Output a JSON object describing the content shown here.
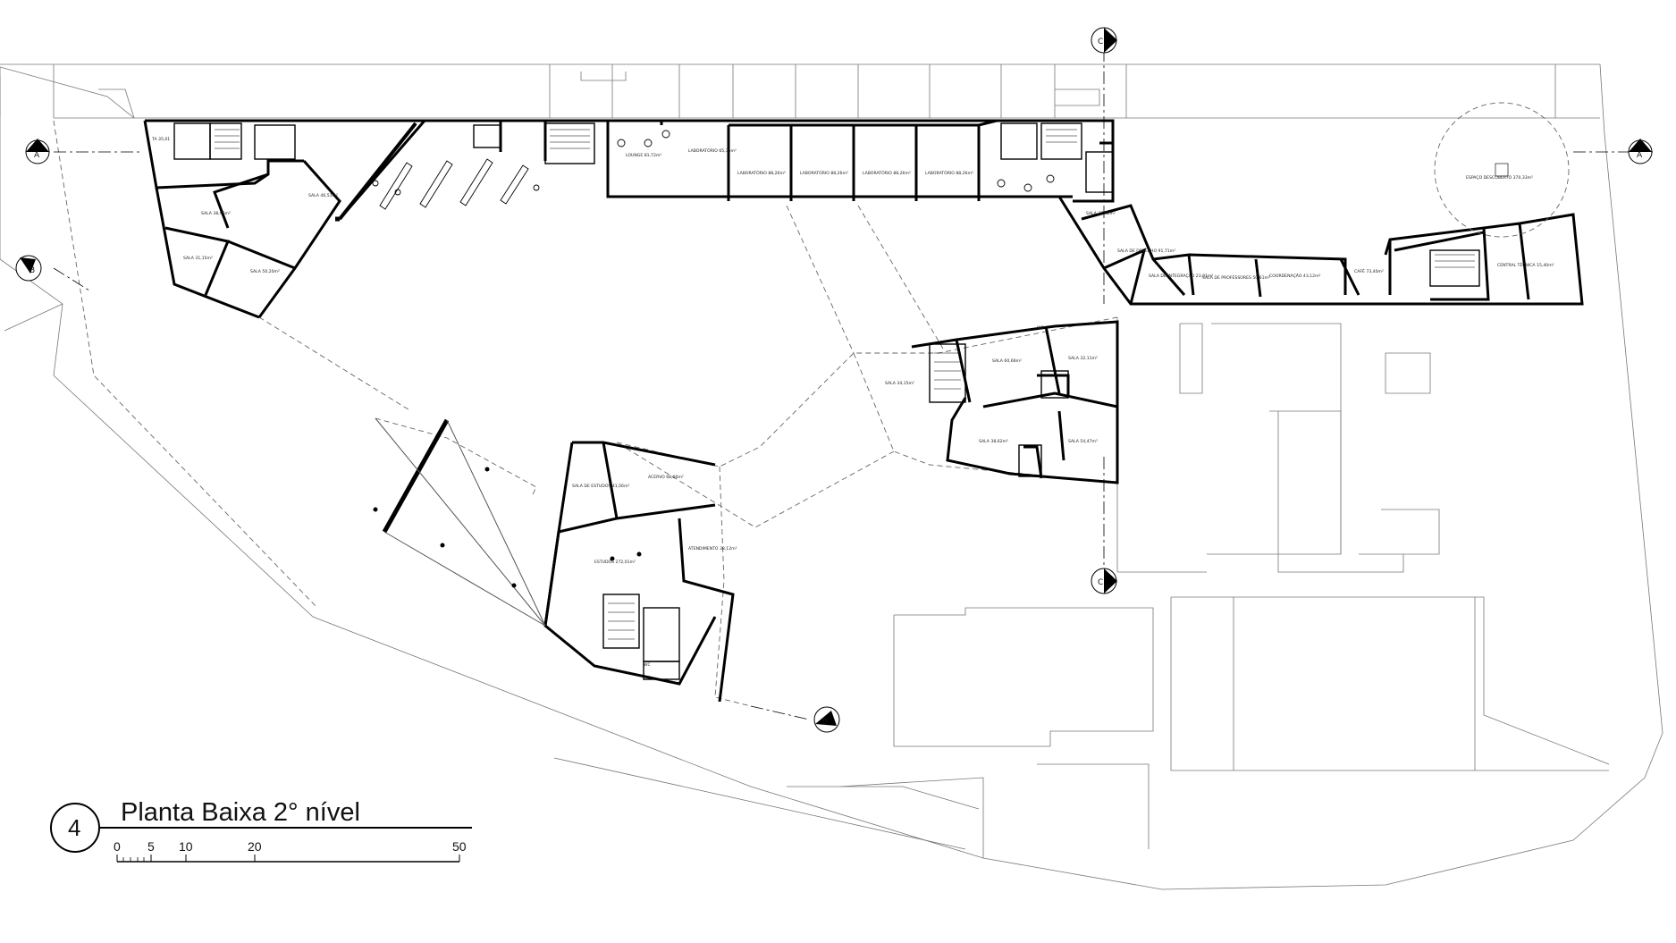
{
  "drawing": {
    "number": "4",
    "title": "Planta Baixa 2° nível"
  },
  "scale_bar": {
    "ticks": [
      "0",
      "5",
      "10",
      "20",
      "50"
    ]
  },
  "section_markers": {
    "a": "A",
    "b": "B",
    "c": "C"
  },
  "rooms": {
    "r1": "TA 35,01",
    "r2": "SALA 38,96m²",
    "r3": "SALA 31,15m²",
    "r4": "SALA 50,20m²",
    "r5": "SALA 46,51m²",
    "r6": "LOUNGE 81,72m²",
    "r7": "LABORATÓRIO 65,35m²",
    "r8": "LABORATÓRIO 88,26m²",
    "r9": "LABORATÓRIO 88,26m²",
    "r10": "LABORATÓRIO 88,26m²",
    "r11": "LABORATÓRIO 88,26m²",
    "r12": "SALA 37,42m²",
    "r13": "SALA DE DESENHO 91,71m²",
    "r14": "SALA DE INTEGRAÇÃO 23,91m²",
    "r15": "SALA DE PROFESSORES 50,61m²",
    "r16": "COORDENAÇÃO 43,12m²",
    "r17": "CAFÉ 73,40m²",
    "r18": "ESPAÇO DESCOBERTO 370,33m²",
    "r19": "CENTRAL TÉCNICA 15,40m²",
    "r20": "SALA 60,66m²",
    "r21": "SALA 32,11m²",
    "r22": "SALA 34,15m²",
    "r23": "SALA 38,62m²",
    "r24": "SALA 54,47m²",
    "r25": "SALA DE ESTUDOS 41,56m²",
    "r26": "ACERVO 68,00m²",
    "r27": "ESTUDOS 272,01m²",
    "r28": "ATENDIMENTO 38,12m²",
    "r29": "WC",
    "r30": "WC"
  }
}
